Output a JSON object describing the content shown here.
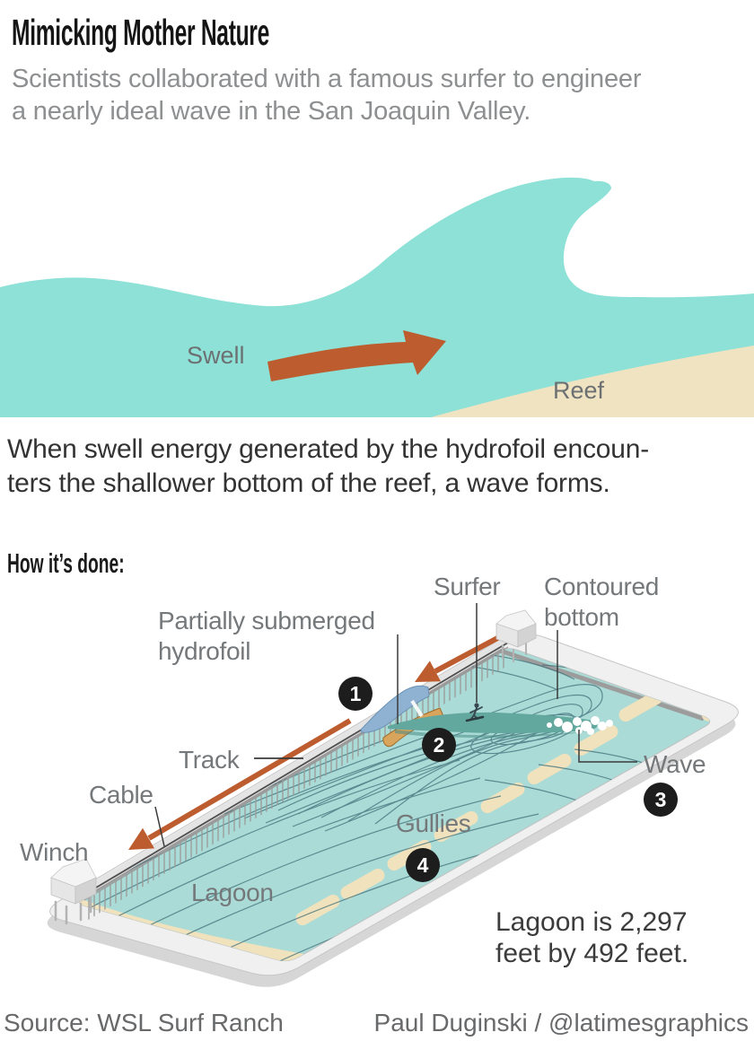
{
  "header": {
    "title": "Mimicking Mother Nature",
    "subtitle_lines": [
      "Scientists collaborated with a famous surfer to engineer",
      "a nearly ideal wave in the San Joaquin Valley."
    ]
  },
  "swell_figure": {
    "swell_label": "Swell",
    "reef_label": "Reef"
  },
  "explainer_lines": [
    "When swell energy generated by the hydrofoil encoun-",
    "ters the shallower bottom of the reef, a wave forms."
  ],
  "how": {
    "heading": "How it’s done:",
    "labels": {
      "hydrofoil_lines": [
        "Partially submerged",
        "hydrofoil"
      ],
      "surfer": "Surfer",
      "contoured_lines": [
        "Contoured",
        "bottom"
      ],
      "track": "Track",
      "cable": "Cable",
      "winch": "Winch",
      "lagoon": "Lagoon",
      "gullies": "Gullies",
      "wave": "Wave"
    },
    "steps": [
      "1",
      "2",
      "3",
      "4"
    ],
    "note_lines": [
      "Lagoon is 2,297",
      "feet by 492 feet."
    ]
  },
  "footer": {
    "source": "Source: WSL Surf Ranch",
    "credit": "Paul Duginski / @latimesgraphics"
  },
  "colors": {
    "water_bright": "#8de1d6",
    "water_muted": "#aadbd6",
    "sand": "#f0e2bd",
    "arrow_orange": "#bd5c2f",
    "contour_line": "#40707a",
    "label_gray": "#75787a",
    "title_black": "#151515"
  }
}
